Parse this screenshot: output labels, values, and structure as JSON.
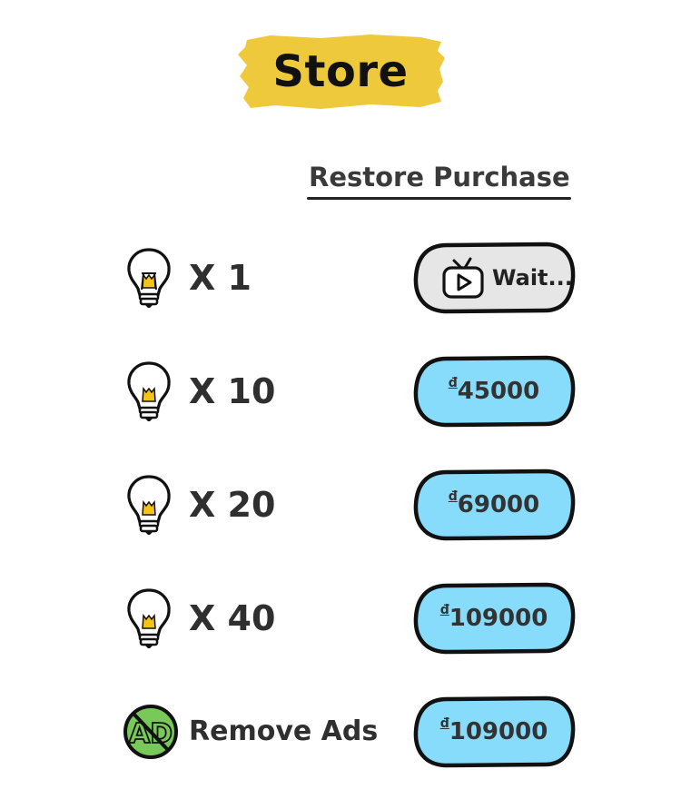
{
  "header": {
    "title": "Store"
  },
  "restore": {
    "label": "Restore Purchase"
  },
  "store_items": [
    {
      "quantity": "X 1",
      "icon": "lightbulb-icon",
      "button": {
        "type": "video-ad",
        "icon": "tv-play-icon",
        "label": "Wait..."
      }
    },
    {
      "quantity": "X 10",
      "icon": "lightbulb-icon",
      "button": {
        "currency": "đ",
        "price": "45000"
      }
    },
    {
      "quantity": "X 20",
      "icon": "lightbulb-icon",
      "button": {
        "currency": "đ",
        "price": "69000"
      }
    },
    {
      "quantity": "X 40",
      "icon": "lightbulb-icon",
      "button": {
        "currency": "đ",
        "price": "109000"
      }
    },
    {
      "quantity": "Remove Ads",
      "icon": "no-ads-icon",
      "button": {
        "currency": "đ",
        "price": "109000"
      }
    }
  ],
  "colors": {
    "banner": "#efc93c",
    "price_button": "#87dcfb",
    "wait_button": "#e6e6e6",
    "bulb_filament": "#f3c316",
    "no_ads_icon": "#79c95a"
  }
}
